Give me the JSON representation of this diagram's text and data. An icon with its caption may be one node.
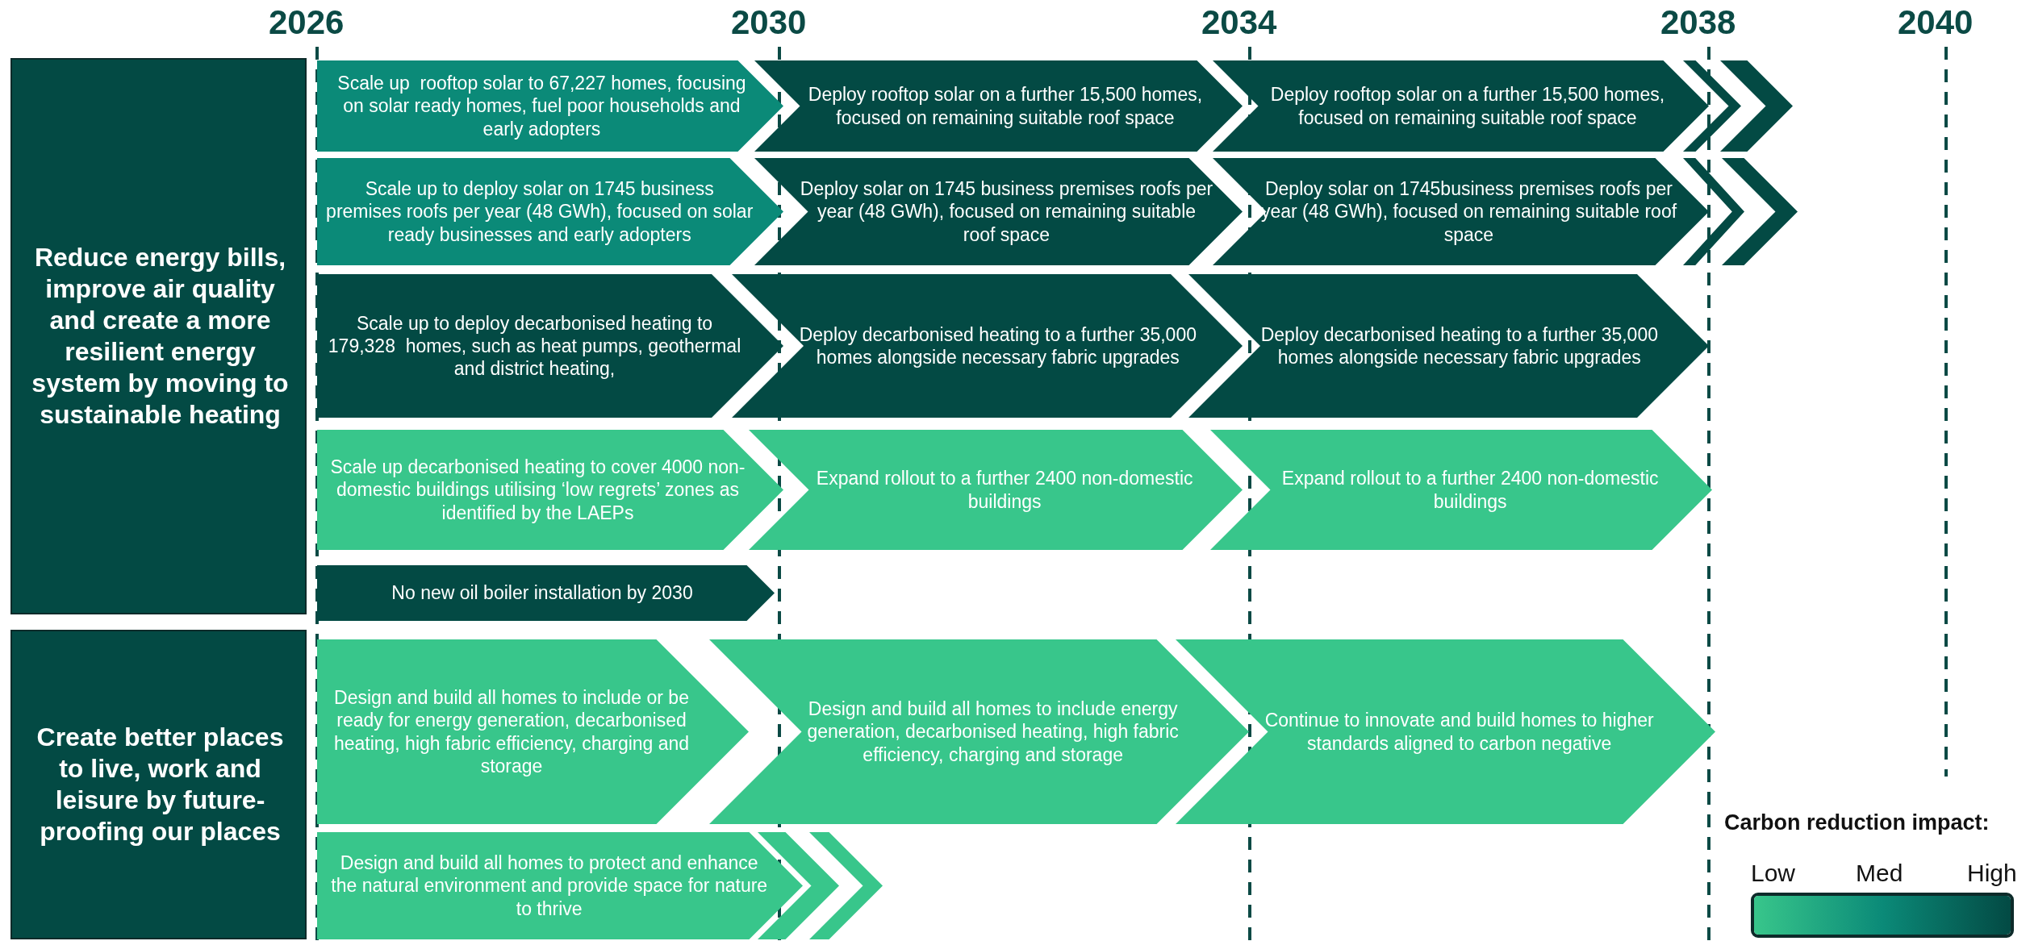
{
  "diagram": {
    "nodes": [
      {
        "text": [
          "Reduce energy bills, improve air quality and create a more resilient energy system by moving to sustainable heating"
        ]
      },
      {
        "text": [
          "Scale up  rooftop solar to 67,227 homes, focusing on solar ready homes, fuel poor households and early adopters"
        ]
      },
      {
        "text": [
          "Deploy rooftop solar on a further 15,500 homes, focused on remaining suitable roof space"
        ]
      },
      {
        "text": [
          "Deploy rooftop solar on a further 15,500 homes, focused on remaining suitable roof space"
        ]
      },
      {
        "text": [],
        "shape": "chevron"
      },
      {
        "text": [],
        "shape": "chevron"
      },
      {
        "text": [
          "Scale up to deploy solar on 1745 business premises roofs per year (48 GWh), focused on solar ready businesses and early adopters"
        ]
      },
      {
        "text": [
          "Deploy solar on 1745 business premises roofs per year (48 GWh), focused on remaining suitable roof space"
        ]
      },
      {
        "text": [
          "Deploy solar on 1745business premises roofs per year (48 GWh), focused on remaining suitable roof space"
        ]
      },
      {
        "text": [],
        "shape": "chevron"
      },
      {
        "text": [],
        "shape": "chevron"
      },
      {
        "text": [
          "Scale up to deploy decarbonised heating to 179,328  homes, such as heat pumps, geothermal and district heating,"
        ]
      },
      {
        "text": [
          "Deploy decarbonised heating to a further 35,000 homes alongside necessary fabric upgrades"
        ]
      },
      {
        "text": [
          "Deploy decarbonised heating to a further 35,000 homes alongside necessary fabric upgrades"
        ]
      },
      {
        "text": [
          "Scale up decarbonised heating to cover 4000 non-domestic buildings utilising ‘low regrets’ zones as identified by the LAEPs"
        ]
      },
      {
        "text": [
          "Expand rollout to a further 2400 non-domestic buildings"
        ]
      },
      {
        "text": [
          "Expand rollout to a further 2400 non-domestic buildings"
        ]
      },
      {
        "text": [
          "No new oil boiler installation by 2030"
        ]
      },
      {
        "text": [
          "Create better places to live, work and leisure by future-proofing our places"
        ]
      },
      {
        "text": [
          "Design and build all homes to include or be ready for energy generation, decarbonised heating, high fabric efficiency, charging and storage"
        ]
      },
      {
        "text": [
          "Design and build all homes to include energy generation, decarbonised heating, high fabric efficiency, charging and storage"
        ]
      },
      {
        "text": [
          "Continue to innovate and build homes to higher standards aligned to carbon negative"
        ]
      },
      {
        "text": [
          "Design and build all homes to protect and enhance the natural environment and provide space for nature to thrive"
        ]
      },
      {
        "text": [],
        "shape": "chevron"
      },
      {
        "text": [],
        "shape": "chevron"
      }
    ],
    "edges": [],
    "labels": [
      "2026",
      "2030",
      "2034",
      "2038",
      "2040",
      "Carbon reduction impact:"
    ],
    "legend": [
      {
        "text": "Low",
        "color": "#38c68b"
      },
      {
        "text": "Med",
        "color": "#0b8a78"
      },
      {
        "text": "High",
        "color": "#034a44"
      }
    ]
  }
}
